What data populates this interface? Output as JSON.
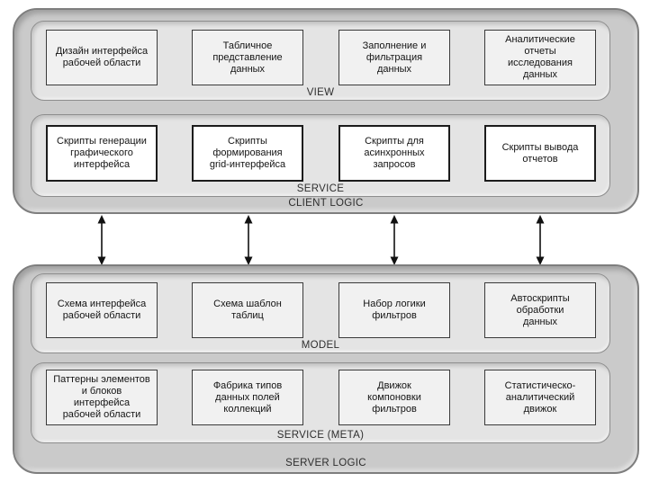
{
  "diagram": {
    "client": {
      "label": "CLIENT LOGIC",
      "view": {
        "label": "VIEW",
        "boxes": [
          "Дизайн интерфейса\nрабочей области",
          "Табличное\nпредставление\nданных",
          "Заполнение и\nфильтрация\nданных",
          "Аналитические\nотчеты\nисследования\nданных"
        ]
      },
      "service": {
        "label": "SERVICE",
        "boxes": [
          "Скрипты генерации\nграфического\nинтерфейса",
          "Скрипты\nформирования\ngrid-интерфейса",
          "Скрипты для\nасинхронных\nзапросов",
          "Скрипты вывода\nотчетов"
        ]
      }
    },
    "server": {
      "label": "SERVER LOGIC",
      "model": {
        "label": "MODEL",
        "boxes": [
          "Схема интерфейса\nрабочей области",
          "Схема шаблон\nтаблиц",
          "Набор логики\nфильтров",
          "Автоскрипты\nобработки\nданных"
        ]
      },
      "service_meta": {
        "label": "SERVICE (META)",
        "boxes": [
          "Паттерны элементов\nи блоков\nинтерфейса\nрабочей области",
          "Фабрика типов\nданных полей\nколлекций",
          "Движок\nкомпоновки\nфильтров",
          "Статистическо-\nаналитический\nдвижок"
        ]
      }
    },
    "connectors": {
      "type": "double-headed-vertical-arrow",
      "count": 4
    },
    "colors": {
      "outer_fill": "#cacaca",
      "inner_fill": "#e4e4e4",
      "box_fill": "#f1f1f1",
      "service_box_fill": "#ffffff",
      "container_border": "#7e7e7e",
      "box_border": "#3a3a3a",
      "arrow": "#111111"
    }
  }
}
